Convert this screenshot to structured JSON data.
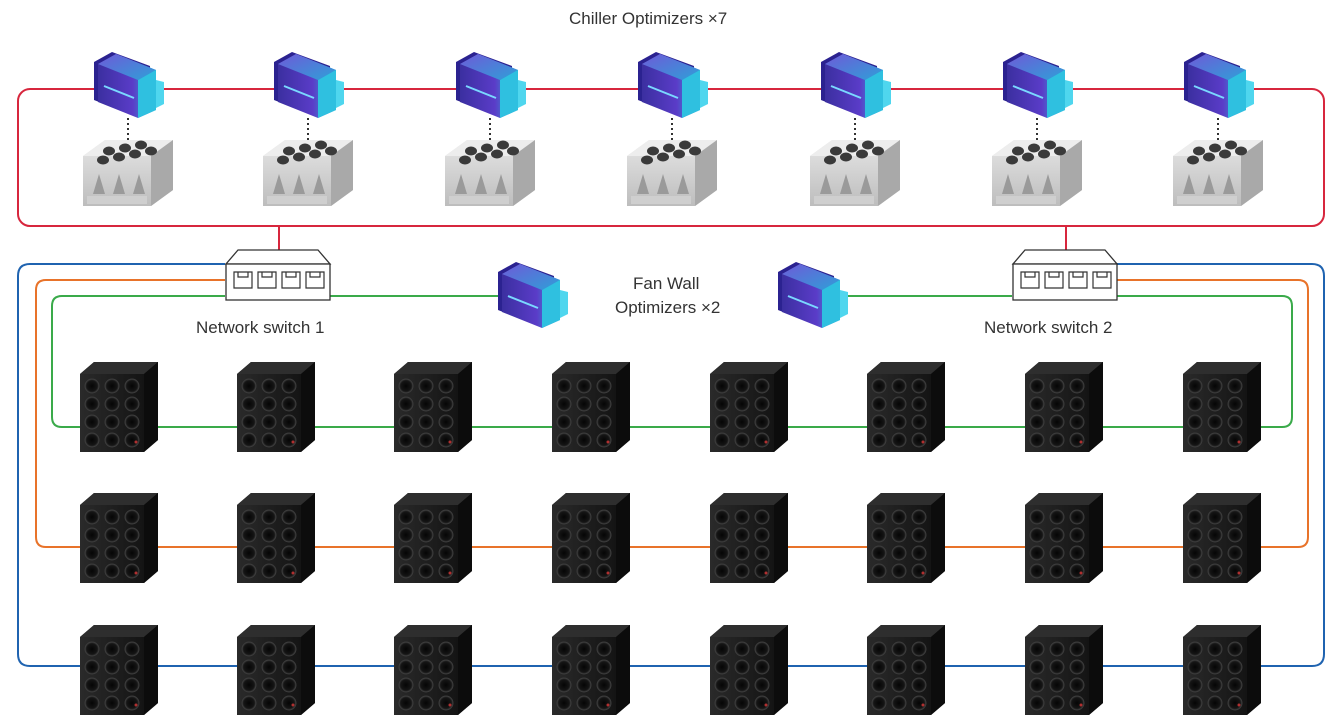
{
  "diagram": {
    "title": "Chiller Optimizers ×7",
    "fan_wall_label_line1": "Fan Wall",
    "fan_wall_label_line2": "Optimizers ×2",
    "switches": [
      {
        "label": "Network switch 1"
      },
      {
        "label": "Network switch 2"
      }
    ],
    "chiller_count": 7,
    "fan_wall_rows": 3,
    "fan_wall_units_per_row": 8,
    "colors": {
      "chiller_loop": "#d7263d",
      "fan_row_1_loop": "#3aaa4a",
      "fan_row_2_loop": "#e8732a",
      "fan_row_3_loop": "#1f63b0",
      "optimizer": "#5a3cc8",
      "chiller_unit": "#d4d4d4",
      "fan_wall_unit": "#1e1e1e"
    }
  }
}
